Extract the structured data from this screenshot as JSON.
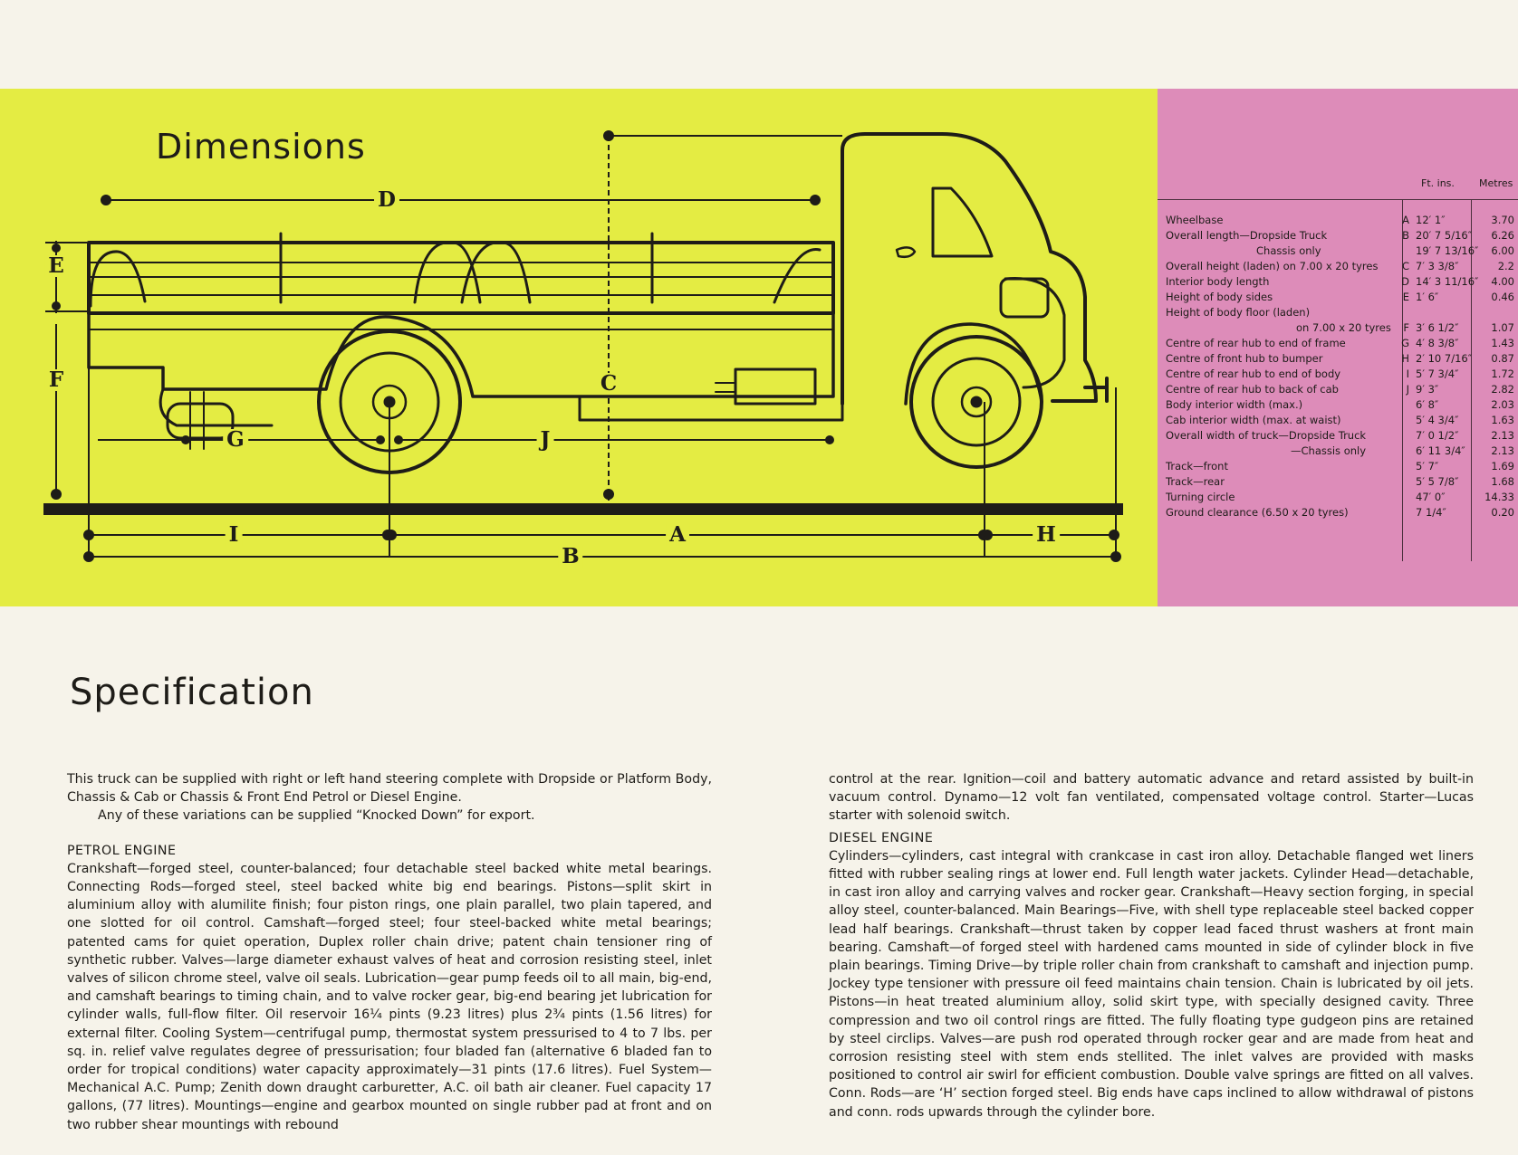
{
  "dimensions": {
    "title": "Dimensions",
    "diagram_labels": {
      "A": "A",
      "B": "B",
      "C": "C",
      "D": "D",
      "E": "E",
      "F": "F",
      "G": "G",
      "H": "H",
      "I": "I",
      "J": "J"
    },
    "table": {
      "col_ft": "Ft. ins.",
      "col_m": "Metres",
      "rows": [
        {
          "label": "Wheelbase",
          "code": "A",
          "ft": "12′ 1″",
          "m": "3.70"
        },
        {
          "label": "Overall length—Dropside Truck",
          "code": "B",
          "ft": "20′ 7 5/16″",
          "m": "6.26"
        },
        {
          "label": "Chassis only",
          "code": "",
          "ft": "19′ 7 13/16″",
          "m": "6.00"
        },
        {
          "label": "Overall height (laden) on 7.00 x 20 tyres",
          "code": "C",
          "ft": "7′ 3 3/8″",
          "m": "2.2"
        },
        {
          "label": "Interior body length",
          "code": "D",
          "ft": "14′ 3 11/16″",
          "m": "4.00"
        },
        {
          "label": "Height of body sides",
          "code": "E",
          "ft": "1′ 6″",
          "m": "0.46"
        },
        {
          "label": "Height of body floor (laden)",
          "code": "",
          "ft": "",
          "m": ""
        },
        {
          "label": "on 7.00 x 20 tyres",
          "code": "F",
          "ft": "3′ 6 1/2″",
          "m": "1.07"
        },
        {
          "label": "Centre of rear hub to end of frame",
          "code": "G",
          "ft": "4′ 8 3/8″",
          "m": "1.43"
        },
        {
          "label": "Centre of front hub to bumper",
          "code": "H",
          "ft": "2′ 10 7/16″",
          "m": "0.87"
        },
        {
          "label": "Centre of rear hub to end of body",
          "code": "I",
          "ft": "5′ 7 3/4″",
          "m": "1.72"
        },
        {
          "label": "Centre of rear hub to back of cab",
          "code": "J",
          "ft": "9′ 3″",
          "m": "2.82"
        },
        {
          "label": "Body interior width (max.)",
          "code": "",
          "ft": "6′ 8″",
          "m": "2.03"
        },
        {
          "label": "Cab interior width (max. at waist)",
          "code": "",
          "ft": "5′ 4 3/4″",
          "m": "1.63"
        },
        {
          "label": "Overall width of truck—Dropside Truck",
          "code": "",
          "ft": "7′ 0 1/2″",
          "m": "2.13"
        },
        {
          "label": "—Chassis only",
          "code": "",
          "ft": "6′ 11 3/4″",
          "m": "2.13"
        },
        {
          "label": "Track—front",
          "code": "",
          "ft": "5′ 7″",
          "m": "1.69"
        },
        {
          "label": "Track—rear",
          "code": "",
          "ft": "5′ 5 7/8″",
          "m": "1.68"
        },
        {
          "label": "Turning circle",
          "code": "",
          "ft": "47′ 0″",
          "m": "14.33"
        },
        {
          "label": "Ground clearance (6.50 x 20 tyres)",
          "code": "",
          "ft": "7 1/4″",
          "m": "0.20"
        }
      ]
    }
  },
  "specification": {
    "title": "Specification",
    "intro_1": "This truck can be supplied with right or left hand steering complete with Dropside or Platform Body, Chassis & Cab or Chassis & Front End Petrol or Diesel Engine.",
    "intro_2": "Any of these variations can be supplied “Knocked Down” for export.",
    "petrol_heading": "PETROL ENGINE",
    "petrol_text": "Crankshaft—forged steel, counter-balanced; four detachable steel backed white metal bearings. Connecting Rods—forged steel, steel backed white big end bearings. Pistons—split skirt in aluminium alloy with alumilite finish; four piston rings, one plain parallel, two plain tapered, and one slotted for oil control. Camshaft—forged steel; four steel-backed white metal bearings; patented cams for quiet operation, Duplex roller chain drive; patent chain tensioner ring of synthetic rubber. Valves—large diameter exhaust valves of heat and corrosion resisting steel, inlet valves of silicon chrome steel, valve oil seals. Lubrication—gear pump feeds oil to all main, big-end, and camshaft bearings to timing chain, and to valve rocker gear, big-end bearing jet lubrication for cylinder walls, full-flow filter. Oil reservoir 16¼ pints (9.23 litres) plus 2¾ pints (1.56 litres) for external filter. Cooling System—centrifugal pump, thermostat system pressurised to 4 to 7 lbs. per sq. in. relief valve regulates degree of pressurisation; four bladed fan (alternative 6 bladed fan to order for tropical conditions) water capacity approximately—31 pints (17.6 litres). Fuel System—Mechanical A.C. Pump; Zenith down draught carburetter, A.C. oil bath air cleaner. Fuel capacity 17 gallons, (77 litres). Mountings—engine and gearbox mounted on single rubber pad at front and on two rubber shear mountings with rebound",
    "petrol_cont": "control at the rear. Ignition—coil and battery automatic advance and retard assisted by built-in vacuum control. Dynamo—12 volt fan ventilated, compensated voltage control. Starter—Lucas starter with solenoid switch.",
    "diesel_heading": "DIESEL ENGINE",
    "diesel_text": "Cylinders—cylinders, cast integral with crankcase in cast iron alloy. Detachable flanged wet liners fitted with rubber sealing rings at lower end. Full length water jackets. Cylinder Head—detachable, in cast iron alloy and carrying valves and rocker gear. Crankshaft—Heavy section forging, in special alloy steel, counter-balanced. Main Bearings—Five, with shell type replaceable steel backed copper lead half bearings. Crankshaft—thrust taken by copper lead faced thrust washers at front main bearing. Camshaft—of forged steel with hardened cams mounted in side of cylinder block in five plain bearings. Timing Drive—by triple roller chain from crankshaft to camshaft and injection pump. Jockey type tensioner with pressure oil feed maintains chain tension. Chain is lubricated by oil jets. Pistons—in heat treated aluminium alloy, solid skirt type, with specially designed cavity. Three compression and two oil control rings are fitted. The fully floating type gudgeon pins are retained by steel circlips. Valves—are push rod operated through rocker gear and are made from heat and corrosion resisting steel with stem ends stellited. The inlet valves are provided with masks positioned to control air swirl for efficient combustion. Double valve springs are fitted on all valves. Conn. Rods—are ‘H’ section forged steel. Big ends have caps inclined to allow withdrawal of pistons and conn. rods upwards through the cylinder bore."
  }
}
